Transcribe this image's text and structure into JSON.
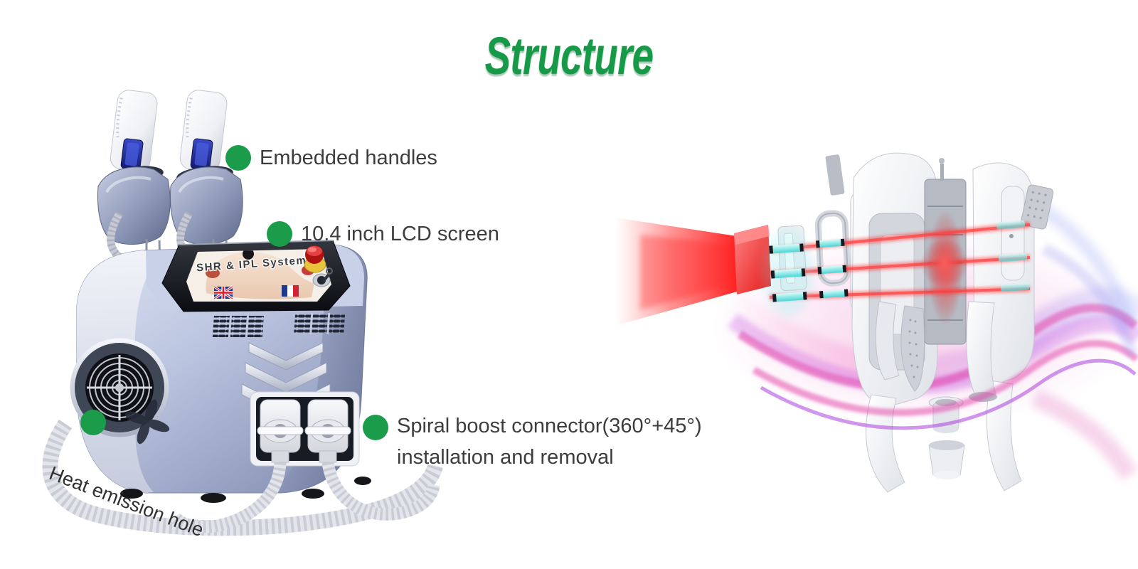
{
  "title": {
    "text": "Structure"
  },
  "callouts": [
    {
      "id": "embedded-handles",
      "label": "Embedded handles"
    },
    {
      "id": "lcd-screen",
      "label": "10.4 inch LCD screen"
    },
    {
      "id": "spiral-connector",
      "line1": "Spiral boost connector(360°+45°)",
      "line2": "installation and removal"
    },
    {
      "id": "heat-emission-hole",
      "label": "Heat emission hole"
    }
  ],
  "device_screen": {
    "caption": "SHR & IPL System"
  },
  "icons": {
    "callout_bullet": "filled-green-circle",
    "flags_on_screen": [
      "uk-flag",
      "france-flag"
    ]
  },
  "colors": {
    "accent_green": "#1b9c4a",
    "title_green": "#169a48",
    "label_text": "#3d3d3f",
    "machine_body_blue": "#b7c0dc",
    "beam_red": "#f31515",
    "filter_cyan": "#5fdede",
    "swirl_magenta": "#e23ea6",
    "swirl_purple": "#8a55e0"
  }
}
